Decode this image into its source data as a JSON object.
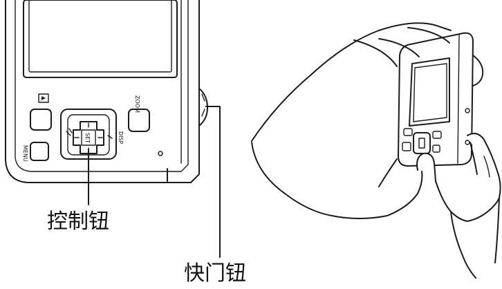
{
  "labels": {
    "control_button": "控制钮",
    "shutter_button": "快门钮"
  },
  "camera_markings": {
    "set": "SET",
    "zoom": "ZOOM",
    "menu": "MENU",
    "disp": "DISP"
  },
  "colors": {
    "ink": "#1a1a1a",
    "background": "#ffffff"
  },
  "icons": [
    "camera-back-panel",
    "control-dial-icon",
    "hands-holding-camera"
  ]
}
